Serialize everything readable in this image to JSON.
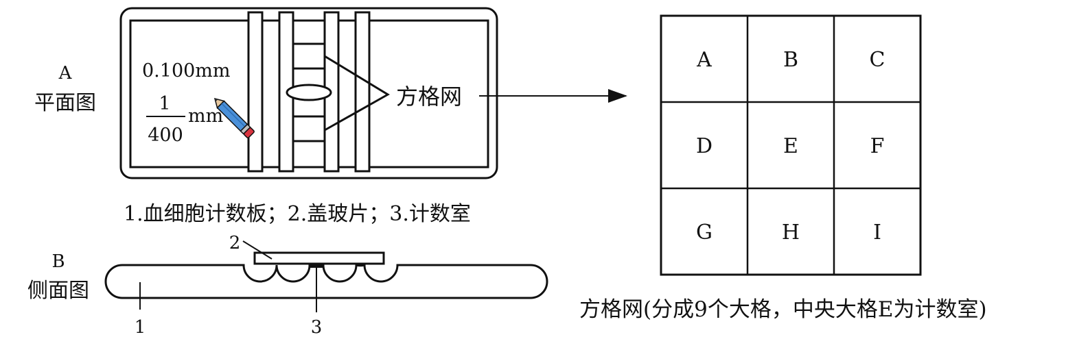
{
  "plan_view": {
    "letter": "A",
    "title": "平面图",
    "depth_label": "0.100mm",
    "area_numerator": "1",
    "area_denominator": "400",
    "area_unit": "mm",
    "grid_callout": "方格网"
  },
  "legend_caption": "1.血细胞计数板；2.盖玻片；3.计数室",
  "side_view": {
    "letter": "B",
    "title": "侧面图",
    "callout_1": "1",
    "callout_2": "2",
    "callout_3": "3"
  },
  "grid": {
    "cells": [
      "A",
      "B",
      "C",
      "D",
      "E",
      "F",
      "G",
      "H",
      "I"
    ],
    "caption": "方格网(分成9个大格，中央大格E为计数室)"
  },
  "colors": {
    "line": "#111111",
    "pencil_body": "#4a90d9",
    "pencil_tip": "#e8c9a0",
    "pencil_eraser": "#d9343f"
  },
  "icons": [
    "pencil-icon",
    "arrow-right-icon"
  ]
}
